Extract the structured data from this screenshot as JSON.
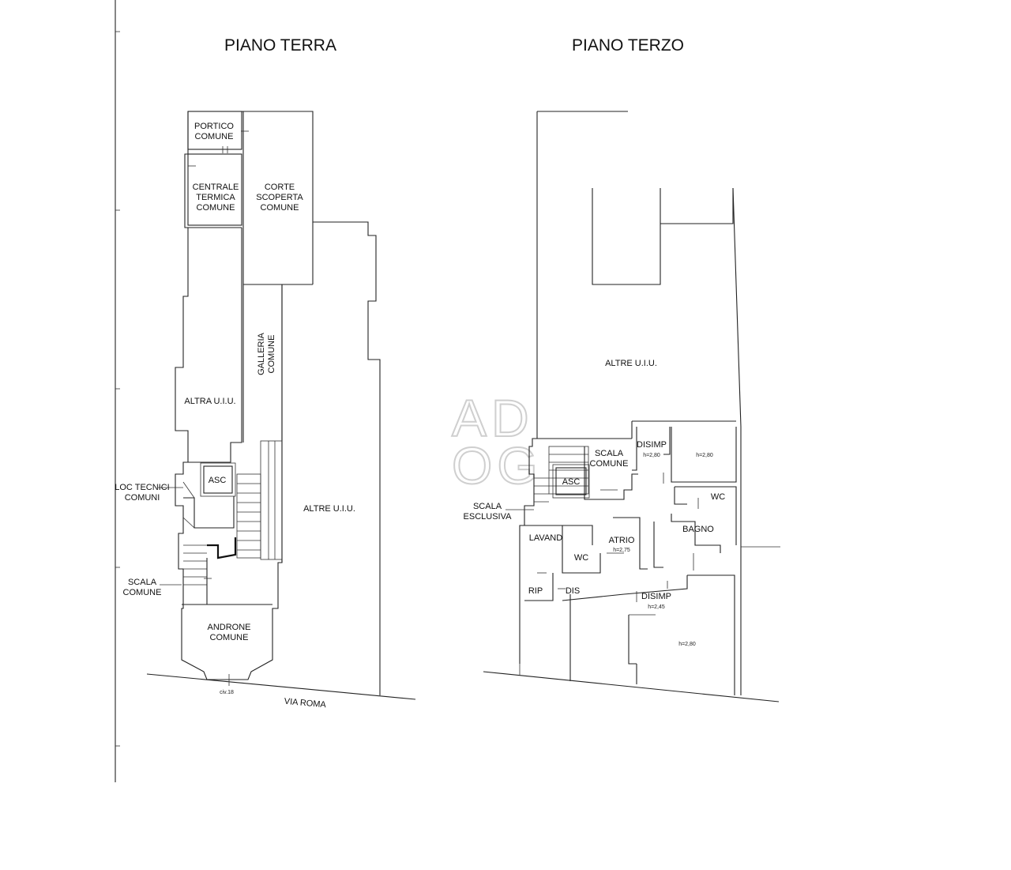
{
  "left_plan": {
    "title": "PIANO TERRA",
    "rooms": {
      "portico_1": "PORTICO",
      "portico_2": "COMUNE",
      "centrale_1": "CENTRALE",
      "centrale_2": "TERMICA",
      "centrale_3": "COMUNE",
      "corte_1": "CORTE",
      "corte_2": "SCOPERTA",
      "corte_3": "COMUNE",
      "galleria_1": "GALLERIA",
      "galleria_2": "COMUNE",
      "altra_uiu": "ALTRA U.I.U.",
      "altre_uiu": "ALTRE U.I.U.",
      "asc": "ASC",
      "loc_1": "LOC TECNICI",
      "loc_2": "COMUNI",
      "scala_1": "SCALA",
      "scala_2": "COMUNE",
      "androne_1": "ANDRONE",
      "androne_2": "COMUNE"
    },
    "civic": "civ.18",
    "street": "VIA ROMA"
  },
  "right_plan": {
    "title": "PIANO TERZO",
    "rooms": {
      "altre_uiu": "ALTRE U.I.U.",
      "disimp_top": "DISIMP",
      "h_disimp_top": "h=2,80",
      "h_room_top": "h=2,80",
      "scala_1": "SCALA",
      "scala_2": "COMUNE",
      "asc": "ASC",
      "wc_right": "WC",
      "scala_excl_1": "SCALA",
      "scala_excl_2": "ESCLUSIVA",
      "bagno": "BAGNO",
      "lavand": "LAVAND",
      "atrio": "ATRIO",
      "h_atrio": "h=2,75",
      "wc_left": "WC",
      "rip": "RIP",
      "dis": "DIS",
      "disimp_bottom": "DISIMP",
      "h_disimp_bottom": "h=2,45",
      "h_room_bottom": "h=2,80"
    }
  },
  "watermark": {
    "line_1": "AD",
    "line_2": "OG"
  }
}
